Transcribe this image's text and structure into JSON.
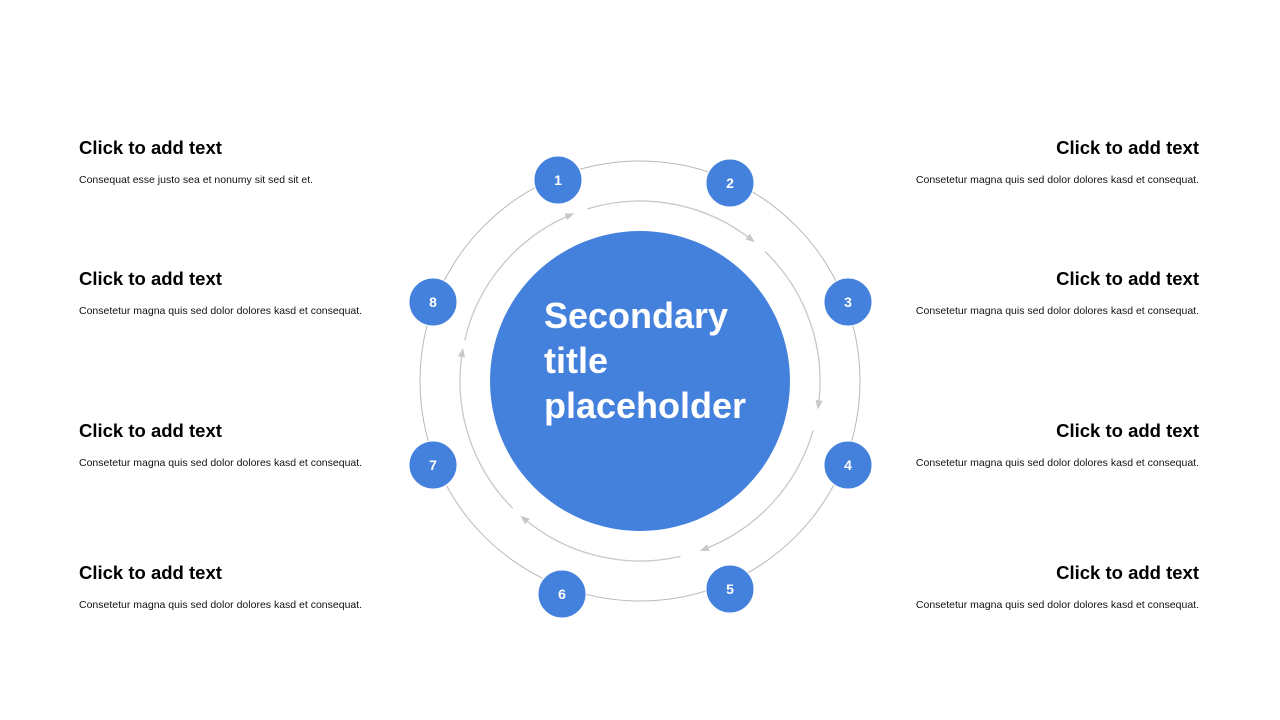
{
  "center_title": "Secondary title placeholder",
  "colors": {
    "accent": "#4481DC",
    "ring": "#b8b8b8",
    "arrow": "#c8c8c8"
  },
  "nodes": [
    "1",
    "2",
    "3",
    "4",
    "5",
    "6",
    "7",
    "8"
  ],
  "left_items": [
    {
      "heading": "Click to add text",
      "body": "Consequat esse justo sea et nonumy sit sed sit et."
    },
    {
      "heading": "Click to add text",
      "body": "Consetetur magna quis sed dolor dolores kasd et consequat."
    },
    {
      "heading": "Click to add text",
      "body": "Consetetur magna quis sed dolor dolores kasd et consequat."
    },
    {
      "heading": "Click to add text",
      "body": "Consetetur magna quis sed dolor dolores kasd et consequat."
    }
  ],
  "right_items": [
    {
      "heading": "Click to add text",
      "body": "Consetetur magna quis sed dolor dolores kasd et consequat."
    },
    {
      "heading": "Click to add text",
      "body": "Consetetur magna quis sed dolor dolores kasd et consequat."
    },
    {
      "heading": "Click to add text",
      "body": "Consetetur magna quis sed dolor dolores kasd et consequat."
    },
    {
      "heading": "Click to add text",
      "body": "Consetetur magna quis sed dolor dolores kasd et consequat."
    }
  ]
}
